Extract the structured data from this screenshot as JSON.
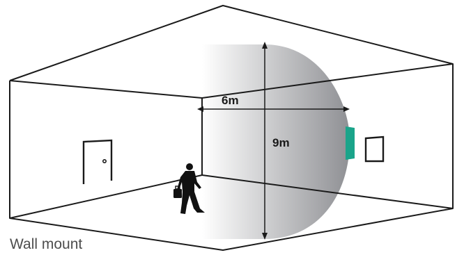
{
  "diagram": {
    "caption": "Wall mount",
    "width_label": "6m",
    "height_label": "9m",
    "colors": {
      "line": "#1a1a1a",
      "sensor": "#1aa48a",
      "coverage_light": "#ffffff",
      "coverage_dark": "#8f9094"
    },
    "icons": [
      "door-icon",
      "picture-frame-icon",
      "walking-person-icon",
      "motion-sensor-icon"
    ]
  }
}
